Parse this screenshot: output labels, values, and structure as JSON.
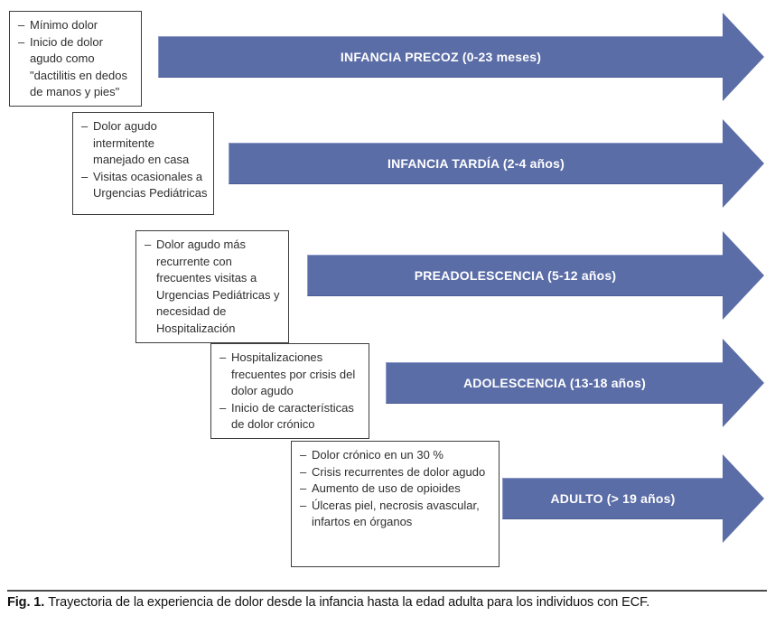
{
  "dash": "–",
  "colors": {
    "arrow_fill": "#5b6da7",
    "arrow_label_text": "#ffffff",
    "box_border": "#3d3d3d",
    "box_text": "#2e2e2e",
    "caption_rule": "#4a4a4a"
  },
  "stages": [
    {
      "label": "INFANCIA PRECOZ (0-23 meses)",
      "notes": [
        "Mínimo dolor",
        "Inicio de dolor agudo como \"dactilitis en dedos de manos y pies\""
      ]
    },
    {
      "label": "INFANCIA TARDÍA (2-4 años)",
      "notes": [
        "Dolor agudo intermitente manejado en casa",
        "Visitas ocasionales a Urgencias Pediátricas"
      ]
    },
    {
      "label": "PREADOLESCENCIA (5-12 años)",
      "notes": [
        "Dolor agudo más recurrente con frecuentes visitas a Urgencias Pediátricas y necesidad de Hospitalización"
      ]
    },
    {
      "label": "ADOLESCENCIA (13-18 años)",
      "notes": [
        "Hospitalizaciones frecuentes por crisis del dolor agudo",
        "Inicio de características de dolor crónico"
      ]
    },
    {
      "label": "ADULTO (> 19 años)",
      "notes": [
        "Dolor crónico en un 30 %",
        "Crisis recurrentes de dolor agudo",
        "Aumento de uso de opioides",
        "Úlceras piel, necrosis avascular, infartos en órganos"
      ]
    }
  ],
  "caption": {
    "label": "Fig. 1.",
    "text": "Trayectoria de la experiencia de dolor desde la infancia hasta la edad adulta para los individuos con ECF."
  }
}
